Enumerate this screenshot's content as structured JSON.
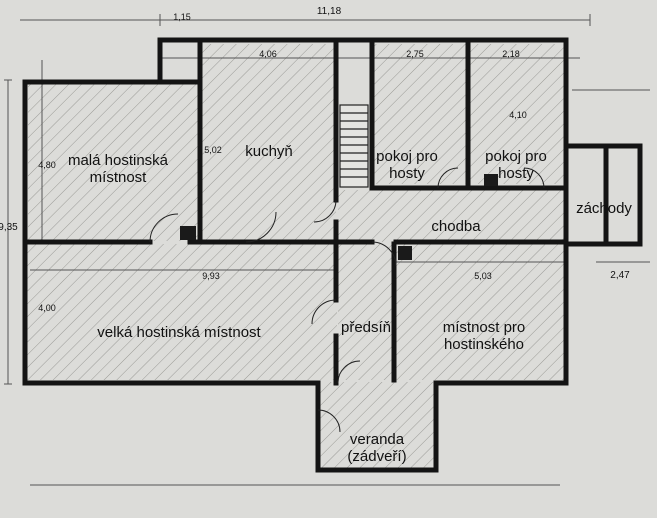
{
  "plan": {
    "rooms": [
      {
        "id": "mala-hostinska",
        "label": "malá hostinská\nmístnost"
      },
      {
        "id": "kuchyn",
        "label": "kuchyň"
      },
      {
        "id": "pokoj-1",
        "label": "pokoj pro\nhosty"
      },
      {
        "id": "pokoj-2",
        "label": "pokoj pro\nhosty"
      },
      {
        "id": "zachody",
        "label": "záchody"
      },
      {
        "id": "chodba",
        "label": "chodba"
      },
      {
        "id": "velka-hostinska",
        "label": "velká hostinská místnost"
      },
      {
        "id": "predsin",
        "label": "předsíň"
      },
      {
        "id": "mistnost-hostinskeho",
        "label": "místnost pro\nhostinského"
      },
      {
        "id": "veranda",
        "label": "veranda\n(zádveří)"
      }
    ],
    "dimensions": [
      {
        "id": "overall-width",
        "text": "11,18"
      },
      {
        "id": "overall-depth",
        "text": "9,35"
      },
      {
        "id": "right-width",
        "text": "2,47"
      },
      {
        "id": "dim-1",
        "text": "4,06"
      },
      {
        "id": "dim-2",
        "text": "2,75"
      },
      {
        "id": "dim-3",
        "text": "2,18"
      },
      {
        "id": "dim-4",
        "text": "5,02"
      },
      {
        "id": "dim-5",
        "text": "4,80"
      },
      {
        "id": "dim-6",
        "text": "4,00"
      },
      {
        "id": "dim-7",
        "text": "5,03"
      },
      {
        "id": "dim-8",
        "text": "9,93"
      },
      {
        "id": "dim-9",
        "text": "4,10"
      },
      {
        "id": "dim-10",
        "text": "1,15"
      }
    ]
  }
}
